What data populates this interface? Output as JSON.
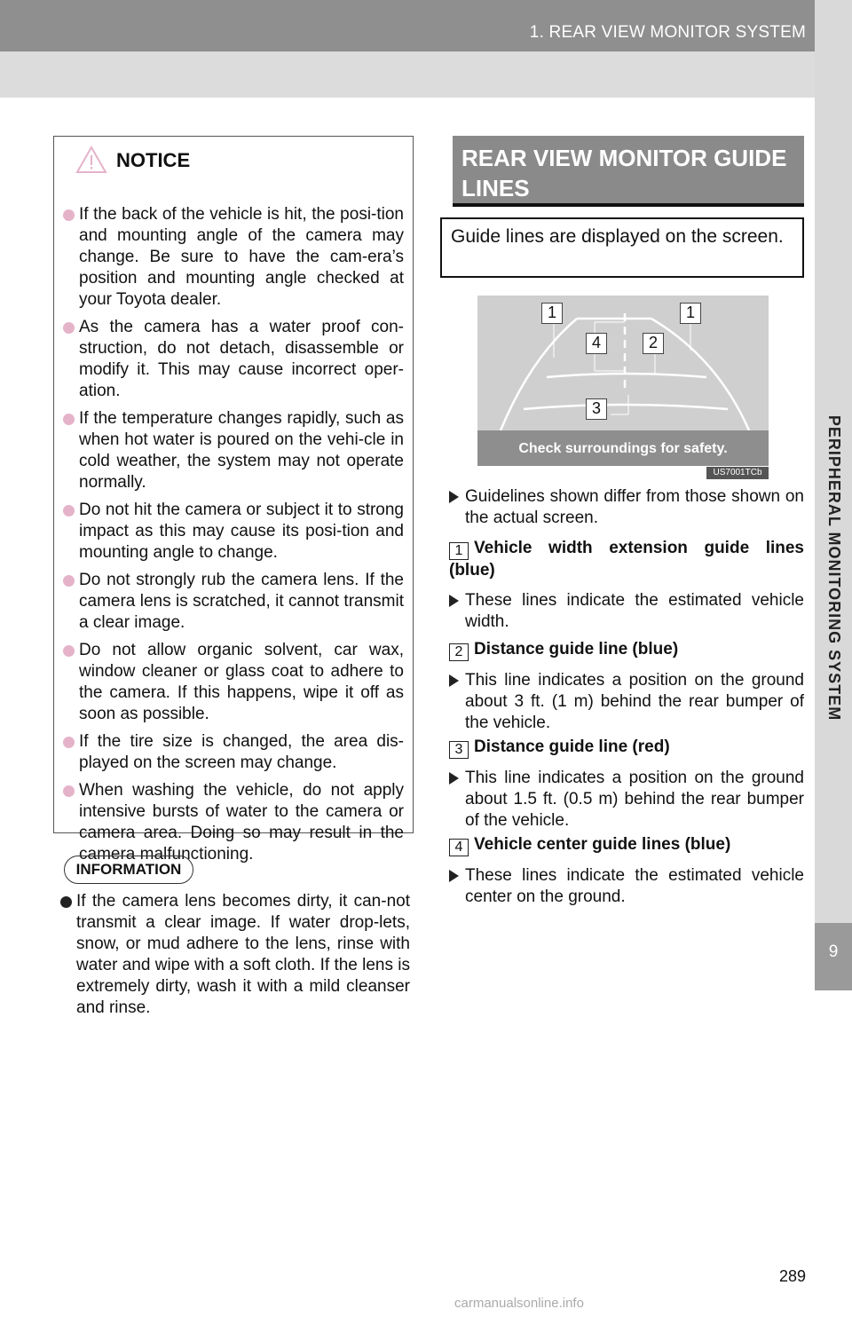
{
  "header": {
    "title": "1. REAR VIEW MONITOR SYSTEM"
  },
  "side_tab": {
    "number": "9",
    "label": "PERIPHERAL MONITORING SYSTEM"
  },
  "notice": {
    "title": "NOTICE",
    "items": [
      "If the back of the vehicle is hit, the posi-tion and mounting angle of the camera may change. Be sure to have the cam-era’s position and mounting angle checked at your Toyota dealer.",
      "As the camera has a water proof con-struction, do not detach, disassemble or modify it. This may cause incorrect oper-ation.",
      "If the temperature changes rapidly, such as when hot water is poured on the vehi-cle in cold weather, the system may not operate normally.",
      "Do not hit the camera or subject it to strong impact as this may cause its posi-tion and mounting angle to change.",
      "Do not strongly rub the camera lens. If the camera lens is scratched, it cannot transmit a clear image.",
      "Do not allow organic solvent, car wax, window cleaner or glass coat to adhere to the camera. If this happens, wipe it off as soon as possible.",
      "If the tire size is changed, the area dis-played on the screen may change.",
      " When washing the vehicle, do not apply intensive bursts of water to the camera or camera area. Doing so may result in the camera malfunctioning."
    ]
  },
  "information": {
    "title": "INFORMATION",
    "items": [
      "If the camera lens becomes dirty, it can-not transmit a clear image. If water drop-lets, snow, or mud adhere to the lens, rinse with water and wipe with a soft cloth. If the lens is extremely dirty, wash it with a mild cleanser and rinse."
    ]
  },
  "guide": {
    "heading_line1": "REAR VIEW MONITOR GUIDE",
    "heading_line2": "LINES",
    "intro": "Guide lines are displayed on the screen.",
    "screen_text": "Check surroundings for safety.",
    "image_code": "US7001TCb",
    "callouts": [
      "1",
      "1",
      "4",
      "2",
      "3"
    ],
    "note": "Guidelines shown differ from those shown on the actual screen.",
    "items": [
      {
        "num": "1",
        "title": "Vehicle width extension guide lines (blue)",
        "desc": "These lines indicate the estimated vehicle width."
      },
      {
        "num": "2",
        "title": "Distance guide line (blue)",
        "desc": "This line indicates a position on the ground about 3 ft. (1 m) behind the rear bumper of the vehicle."
      },
      {
        "num": "3",
        "title": "Distance guide line (red)",
        "desc": "This line indicates a position on the ground about 1.5 ft. (0.5 m) behind the rear bumper of the vehicle."
      },
      {
        "num": "4",
        "title": "Vehicle center guide lines (blue)",
        "desc": "These lines indicate the estimated vehicle center on the ground."
      }
    ]
  },
  "page_number": "289",
  "watermark": "carmanualsonline.info"
}
